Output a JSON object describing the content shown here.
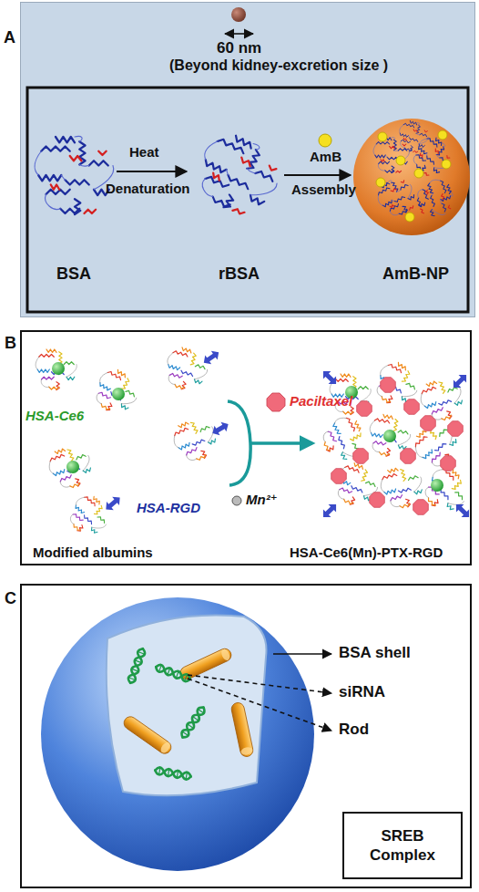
{
  "diagram": {
    "nodes": [
      {
        "text": [
          "A"
        ]
      },
      {
        "text": [
          "B"
        ]
      },
      {
        "text": [
          "C"
        ]
      },
      {
        "text": [
          "SREB Complex"
        ],
        "in": 2
      }
    ],
    "labels": [
      "60 nm",
      "(Beyond kidney-excretion size )",
      "BSA",
      "Heat",
      "Denaturation",
      "rBSA",
      "AmB",
      "Assembly",
      "AmB-NP",
      "HSA-Ce6",
      "HSA-RGD",
      "Paciltaxel",
      "Mn²⁺",
      "Modified albumins",
      "HSA-Ce6(Mn)-PTX-RGD",
      "BSA shell",
      "siRNA",
      "Rod"
    ]
  }
}
